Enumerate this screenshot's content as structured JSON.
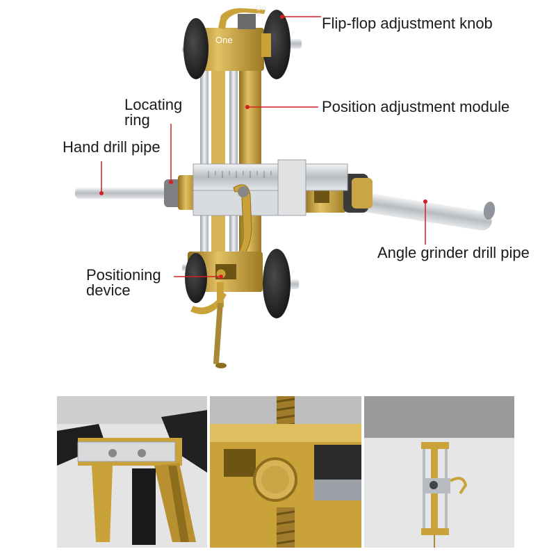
{
  "callouts": {
    "flip_flop_knob": "Flip-flop adjustment knob",
    "position_module": "Position adjustment module",
    "locating_ring_l1": "Locating",
    "locating_ring_l2": "ring",
    "hand_drill_pipe": "Hand drill pipe",
    "angle_grinder_pipe": "Angle grinder drill pipe",
    "positioning_l1": "Positioning",
    "positioning_l2": "device"
  },
  "overlay_text": {
    "on_top": "On",
    "on_e": "e",
    "one": "One"
  },
  "colors": {
    "gold": "#c9a23a",
    "gold_dark": "#8e6d1c",
    "steel": "#c8ccd0",
    "knob": "#2a2a2a",
    "leader_line": "#d42020"
  }
}
